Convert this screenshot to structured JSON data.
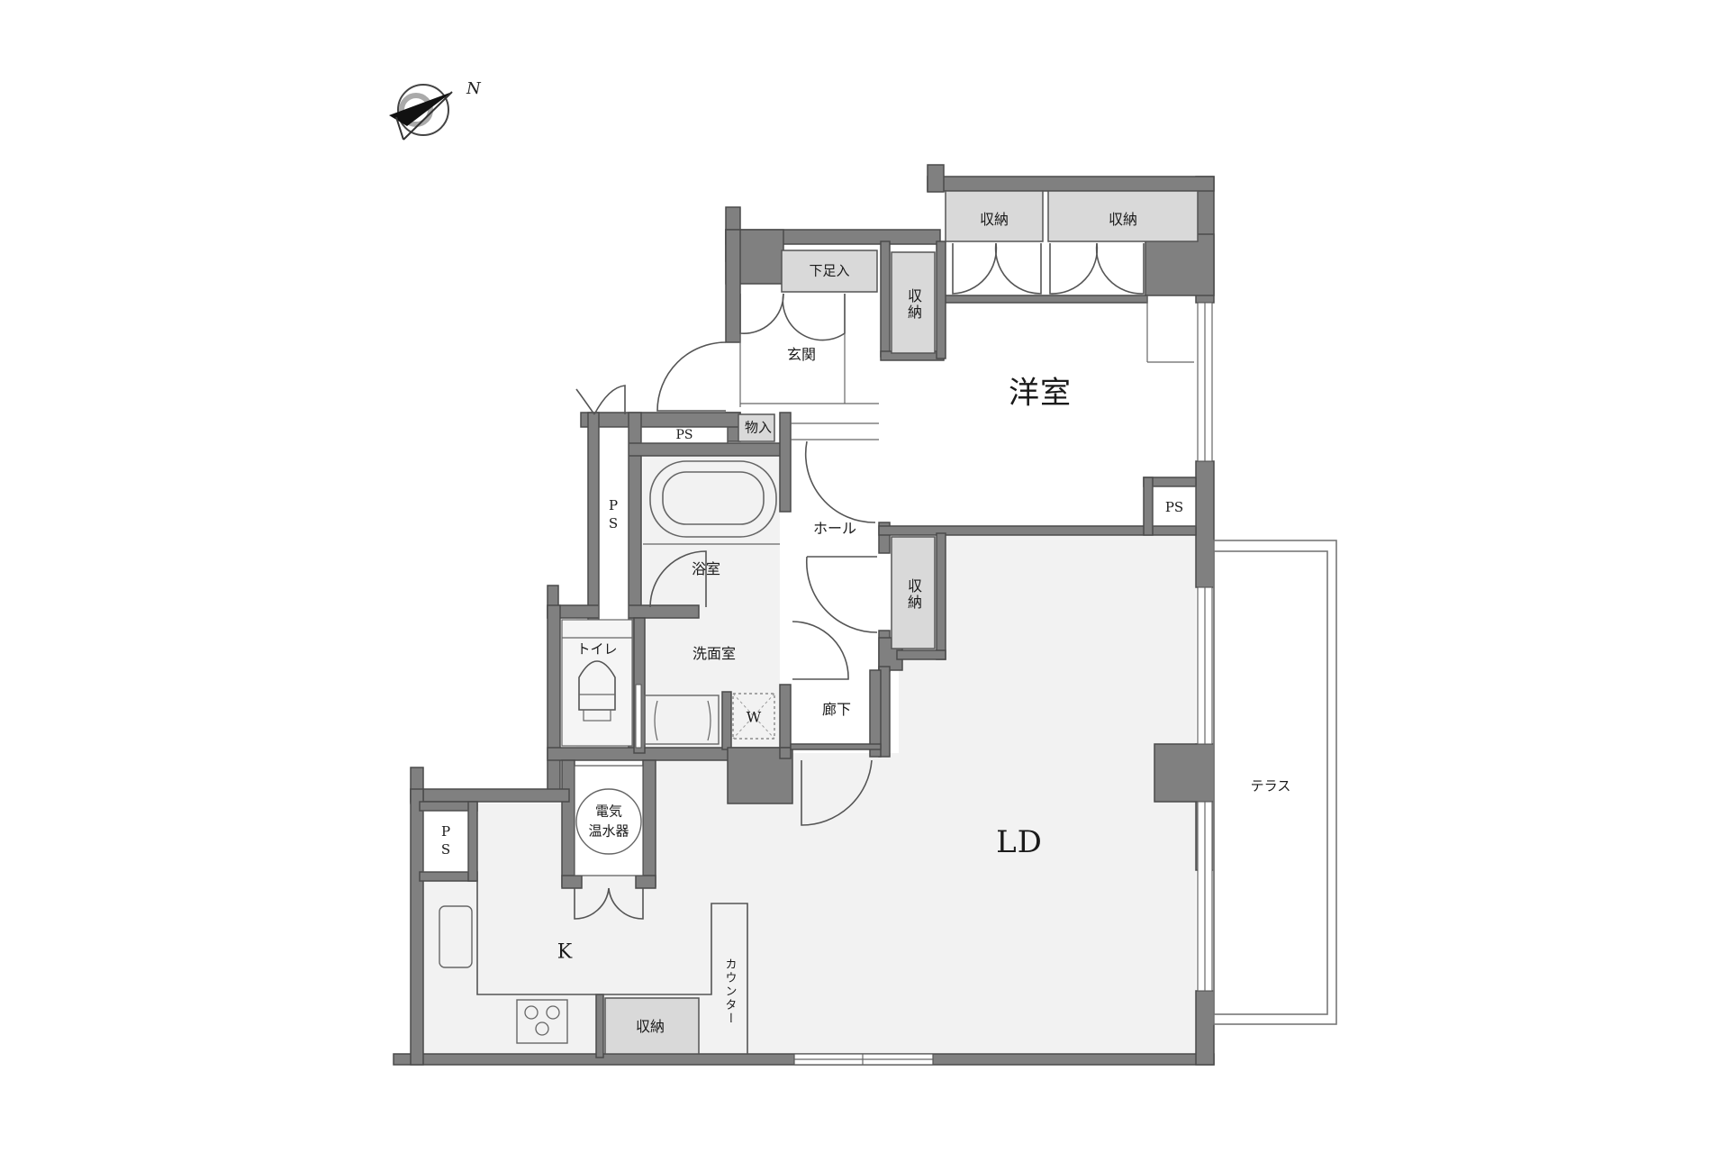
{
  "floor_plan": {
    "type": "apartment floor plan",
    "colors": {
      "wall": "#7f7f7f",
      "wall_edge": "#4d4d4d",
      "storage_fill": "#d9d9d9",
      "floor_fill": "#f2f2f2",
      "room_fill": "#ffffff",
      "background": "#ffffff"
    },
    "compass": {
      "icon": "north-arrow-icon",
      "label": "N"
    },
    "rooms": {
      "western_room": "洋室",
      "living_dining": "LD",
      "kitchen": "K",
      "entrance": "玄関",
      "shoe_storage": "下足入",
      "hall": "ホール",
      "bathroom": "浴室",
      "washroom": "洗面室",
      "toilet": "トイレ",
      "corridor": "廊下",
      "terrace": "テラス",
      "counter": "カウンター",
      "water_heater": "電気温水器",
      "water_heater_line1": "電気",
      "water_heater_line2": "温水器",
      "washer": "W",
      "closet": "物入"
    },
    "storage_labels": {
      "western_room_left": "収納",
      "western_room_right": "収納",
      "entrance_side": "収納",
      "hall_side": "収納",
      "kitchen": "収納"
    },
    "pipe_spaces": {
      "top": "PS",
      "left_vertical": "PS",
      "western_room": "PS",
      "kitchen": "PS"
    }
  }
}
